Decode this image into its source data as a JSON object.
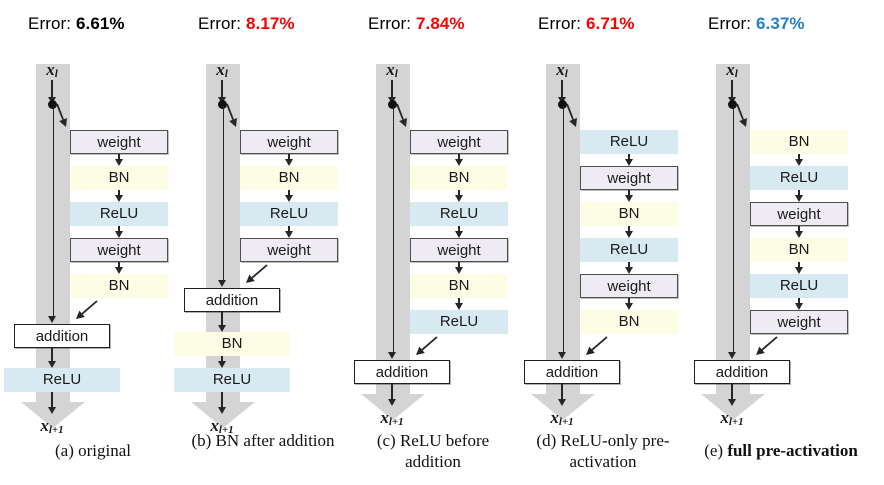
{
  "figure": {
    "background": "#ffffff",
    "colors": {
      "weight_fill": "#eeebf2",
      "bn_fill": "#fdfce4",
      "relu_fill": "#d8eaf1",
      "shortcut_gray": "#d4d4d4",
      "arrow_black": "#262626",
      "error_red": "#ff0000",
      "error_blue": "#1f7fd4",
      "error_black": "#000000"
    },
    "input_label": "x",
    "input_sub": "l",
    "output_label": "x",
    "output_sub": "l+1"
  },
  "errors": [
    {
      "prefix": "Error: ",
      "value": "6.61%",
      "color": "#000000"
    },
    {
      "prefix": "Error: ",
      "value": "8.17%",
      "color": "#ff0000"
    },
    {
      "prefix": "Error: ",
      "value": "7.84%",
      "color": "#ff0000"
    },
    {
      "prefix": "Error: ",
      "value": "6.71%",
      "color": "#ff0000"
    },
    {
      "prefix": "Error: ",
      "value": "6.37%",
      "color": "#1f7fd4"
    }
  ],
  "columns": [
    {
      "id": "a",
      "residual_branch": [
        "weight",
        "BN",
        "ReLU",
        "weight",
        "BN"
      ],
      "merge_node": "addition",
      "after_merge": [
        "ReLU"
      ]
    },
    {
      "id": "b",
      "residual_branch": [
        "weight",
        "BN",
        "ReLU",
        "weight"
      ],
      "merge_node": "addition",
      "after_merge": [
        "BN",
        "ReLU"
      ]
    },
    {
      "id": "c",
      "residual_branch": [
        "weight",
        "BN",
        "ReLU",
        "weight",
        "BN",
        "ReLU"
      ],
      "merge_node": "addition",
      "after_merge": []
    },
    {
      "id": "d",
      "residual_branch": [
        "ReLU",
        "weight",
        "BN",
        "ReLU",
        "weight",
        "BN"
      ],
      "merge_node": "addition",
      "after_merge": []
    },
    {
      "id": "e",
      "residual_branch": [
        "BN",
        "ReLU",
        "weight",
        "BN",
        "ReLU",
        "weight"
      ],
      "merge_node": "addition",
      "after_merge": []
    }
  ],
  "captions": [
    {
      "tag": "(a)",
      "text": "original",
      "bold": false
    },
    {
      "tag": "(b)",
      "text": "BN after addition",
      "bold": false
    },
    {
      "tag": "(c)",
      "text": "ReLU before addition",
      "bold": false
    },
    {
      "tag": "(d)",
      "text": "ReLU-only pre-activation",
      "bold": false
    },
    {
      "tag": "(e)",
      "text": "full pre-activation",
      "bold": true
    }
  ]
}
